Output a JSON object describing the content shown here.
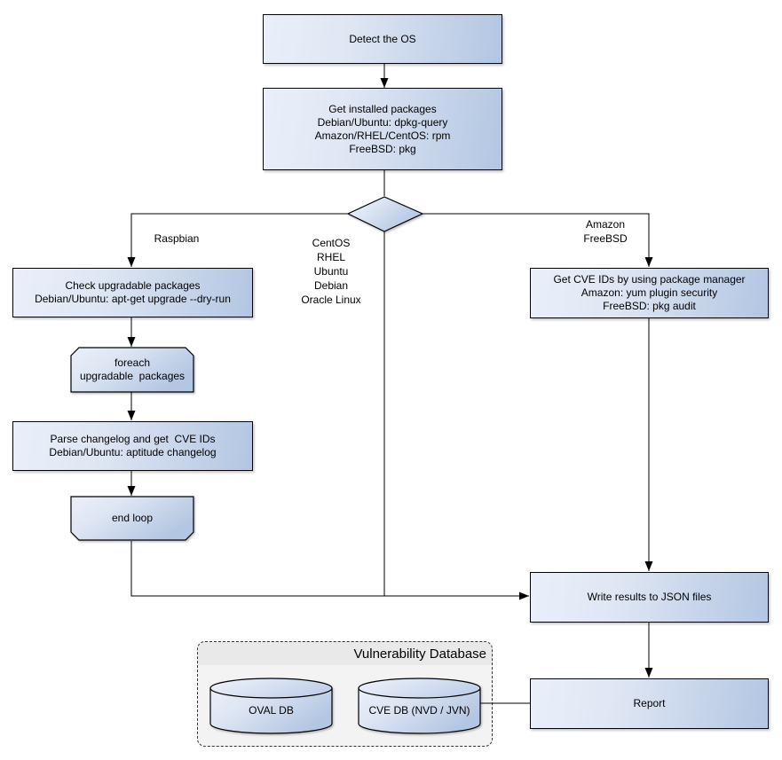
{
  "nodes": {
    "detect_os": "Detect the OS",
    "get_installed_packages": "Get installed packages\nDebian/Ubuntu: dpkg-query\nAmazon/RHEL/CentOS: rpm\nFreeBSD: pkg",
    "check_upgradable": "Check upgradable packages\nDebian/Ubuntu: apt-get upgrade --dry-run",
    "foreach_loop_start": "foreach\nupgradable  packages",
    "parse_changelog": "Parse changelog and get  CVE IDs\nDebian/Ubuntu: aptitude changelog",
    "end_loop": "end loop",
    "get_cve_ids": "Get CVE IDs by using package manager\nAmazon: yum plugin security\nFreeBSD: pkg audit",
    "write_results": "Write results to JSON files",
    "report": "Report"
  },
  "edge_labels": {
    "left_branch": "Raspbian",
    "middle_branch": "CentOS\nRHEL\nUbuntu\nDebian\nOracle Linux",
    "right_branch": "Amazon\nFreeBSD"
  },
  "database": {
    "title": "Vulnerability Database",
    "cylinders": [
      "OVAL DB",
      "CVE DB (NVD / JVN)"
    ]
  },
  "colors": {
    "node_fill_light": "#eaeffa",
    "node_fill_dark": "#b3c6e2",
    "node_stroke": "#000000",
    "container_bg": "#f3f3f3",
    "container_header_bg": "#e9e9e9",
    "container_border": "#333333"
  }
}
